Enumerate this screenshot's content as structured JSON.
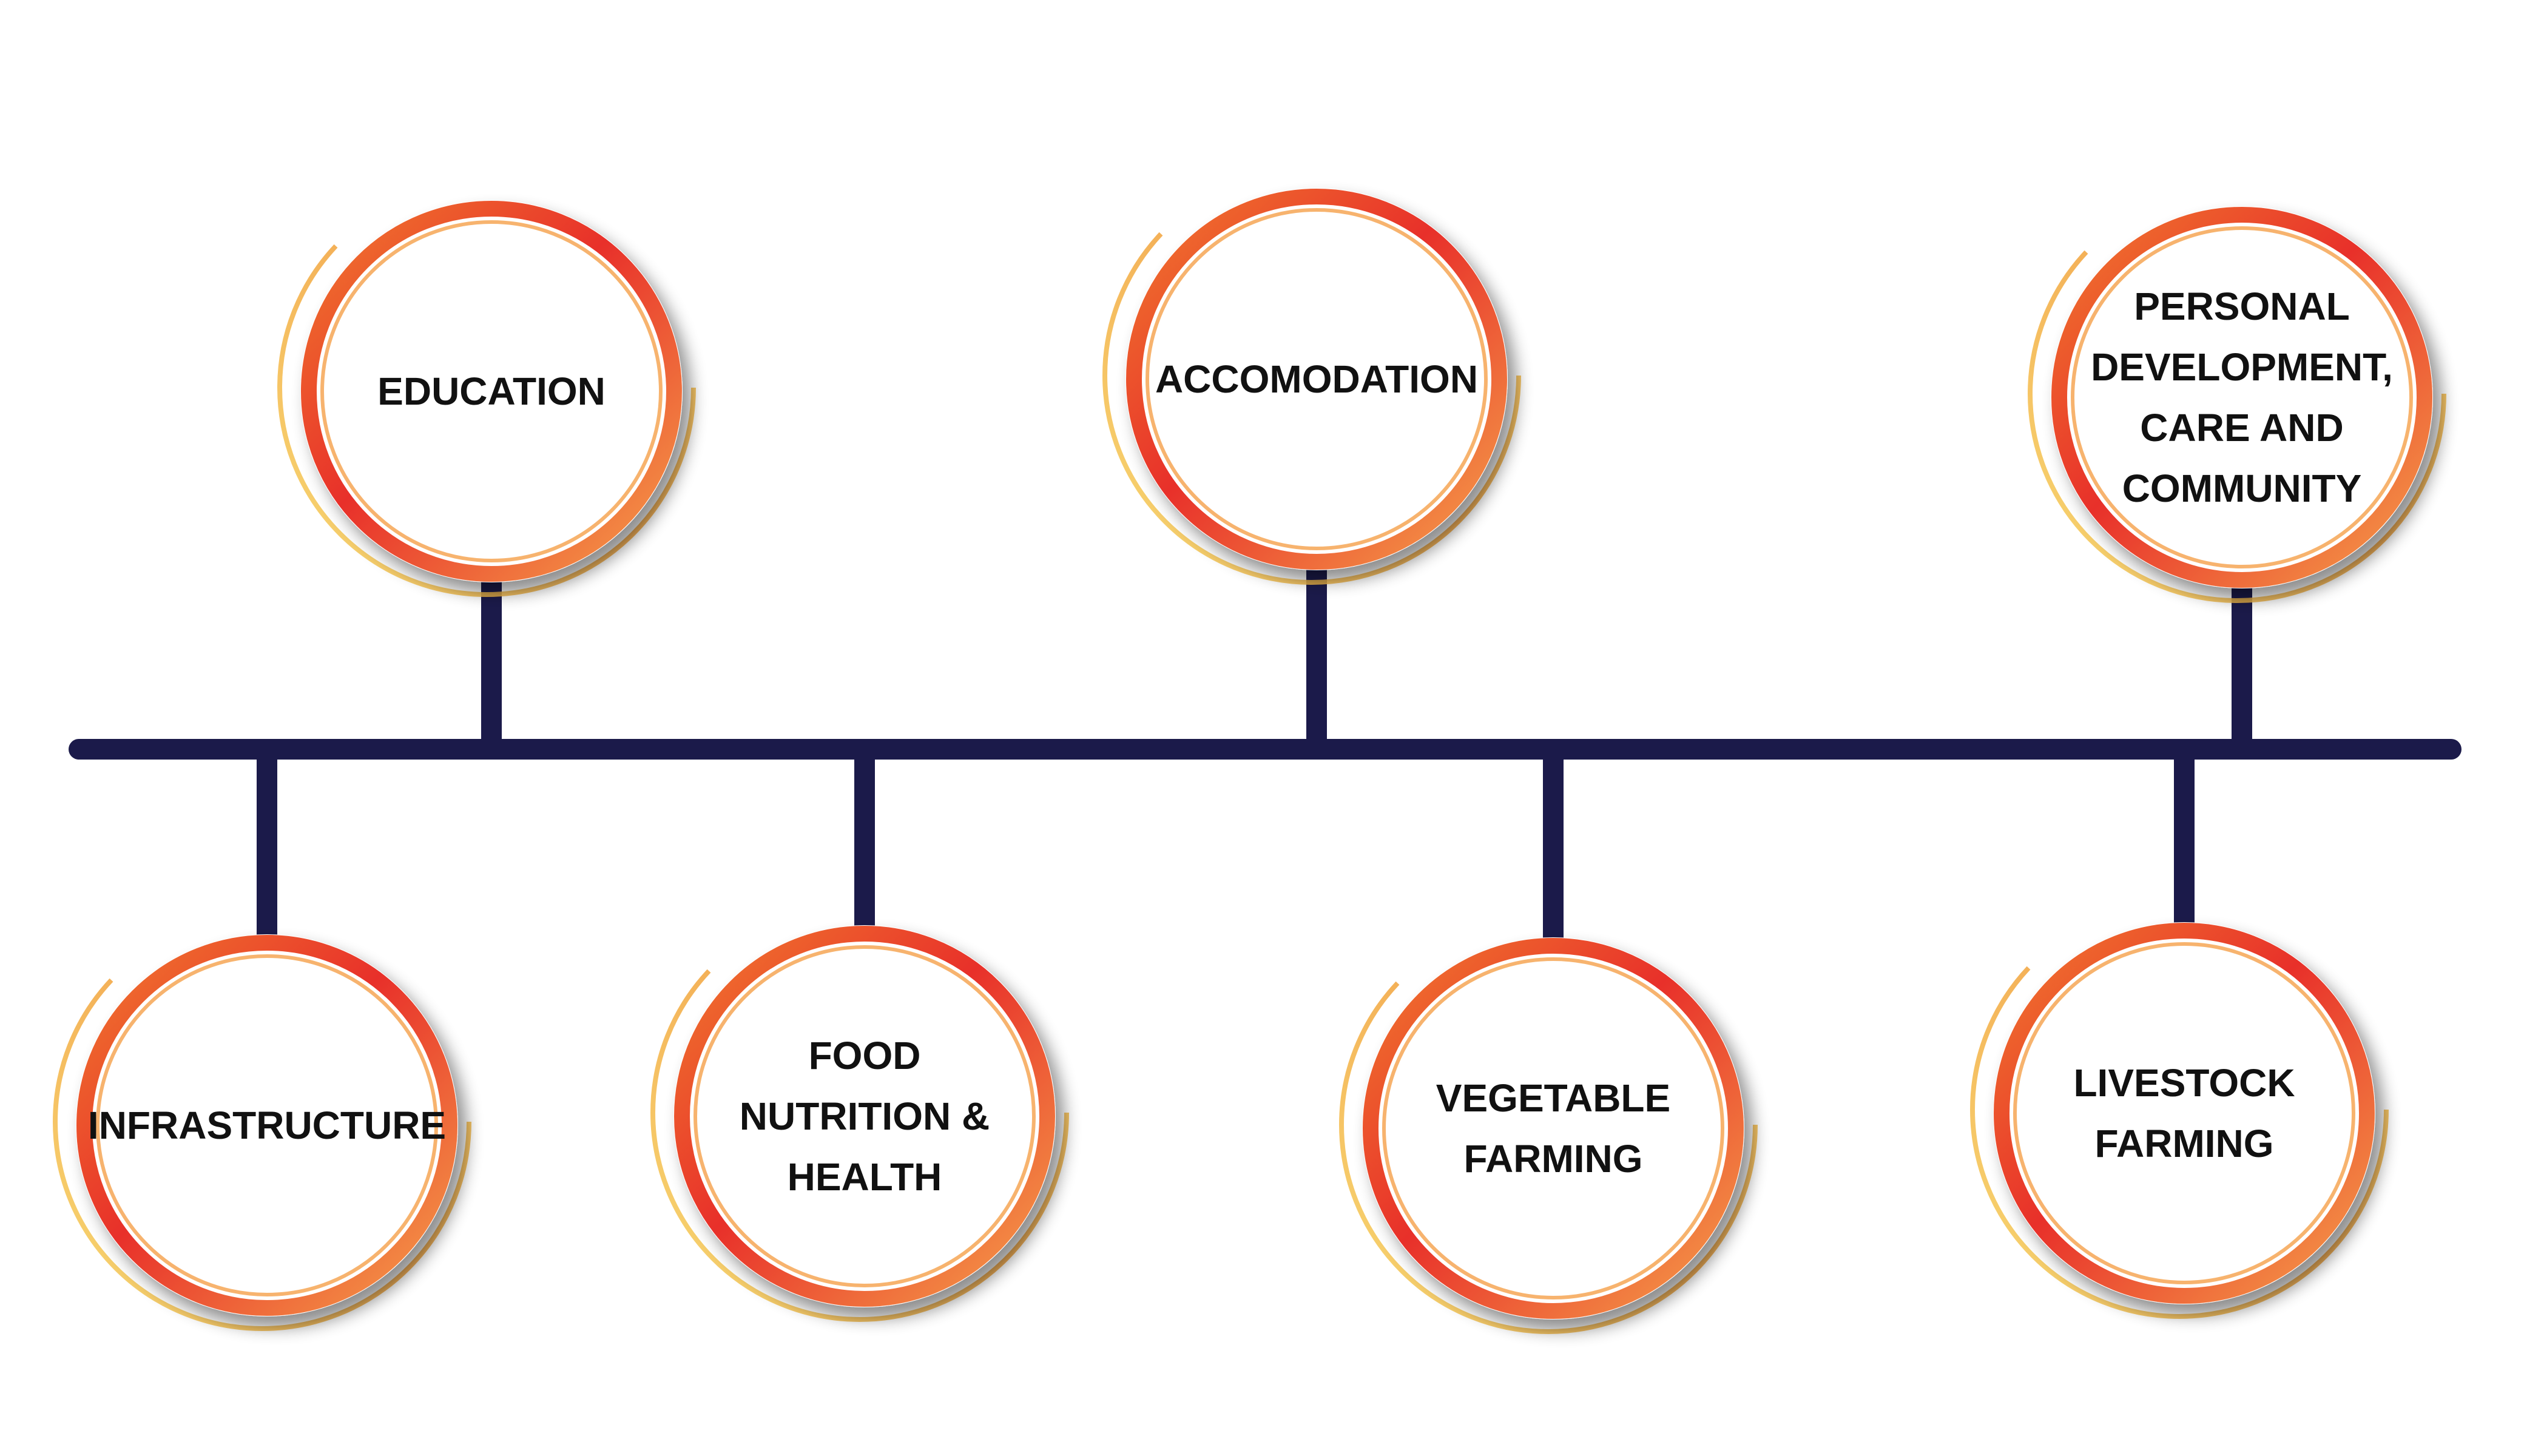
{
  "colors": {
    "connector": "#1b1a4a",
    "ring_red": "#e8302a",
    "ring_orange": "#f5a04a",
    "ring_gold": "#f2c641",
    "text": "#111111"
  },
  "nodes": [
    {
      "id": "education",
      "lines": [
        "EDUCATION"
      ]
    },
    {
      "id": "accomodation",
      "lines": [
        "ACCOMODATION"
      ]
    },
    {
      "id": "personal-development",
      "lines": [
        "PERSONAL",
        "DEVELOPMENT,",
        "CARE AND",
        "COMMUNITY"
      ]
    },
    {
      "id": "infrastructure",
      "lines": [
        "INFRASTRUCTURE"
      ]
    },
    {
      "id": "food-nutrition-health",
      "lines": [
        "FOOD",
        "NUTRITION &",
        "HEALTH"
      ]
    },
    {
      "id": "vegetable-farming",
      "lines": [
        "VEGETABLE",
        "FARMING"
      ]
    },
    {
      "id": "livestock-farming",
      "lines": [
        "LIVESTOCK",
        "FARMING"
      ]
    }
  ]
}
